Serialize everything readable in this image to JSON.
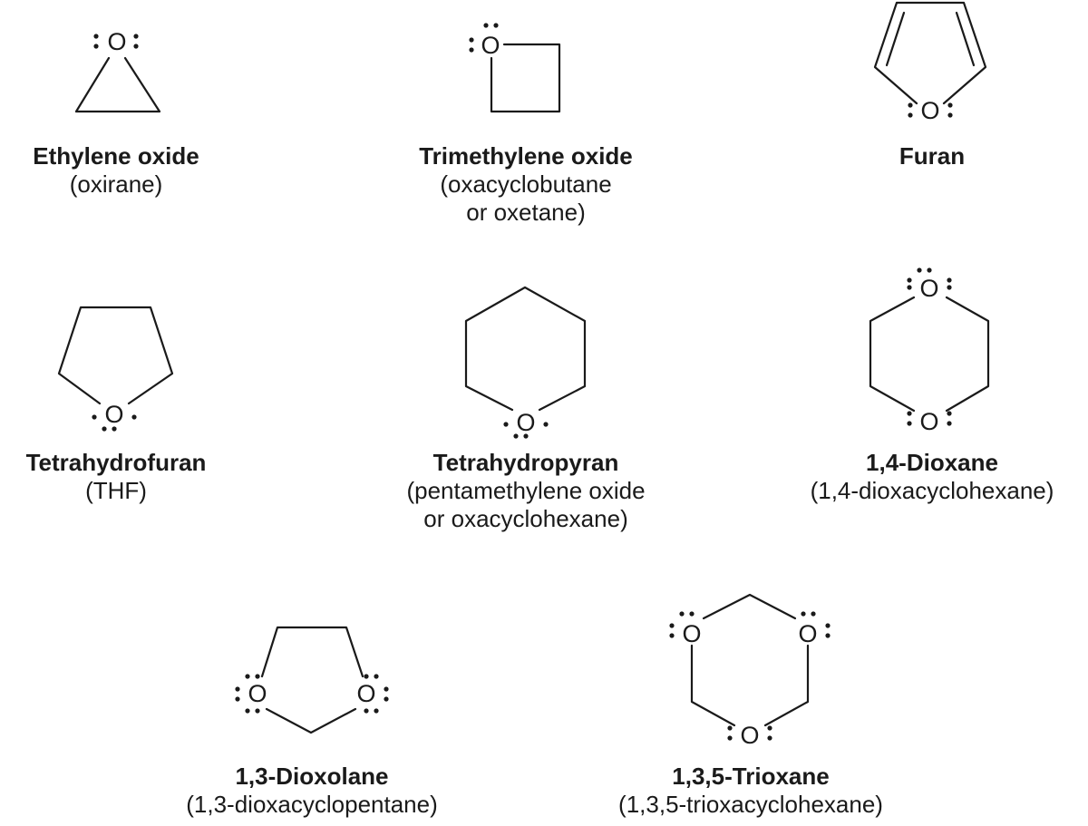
{
  "compounds": [
    {
      "name": "Ethylene oxide",
      "alt": [
        "(oxirane)"
      ]
    },
    {
      "name": "Trimethylene oxide",
      "alt": [
        "(oxacyclobutane",
        "or oxetane)"
      ]
    },
    {
      "name": "Furan",
      "alt": []
    },
    {
      "name": "Tetrahydrofuran",
      "alt": [
        "(THF)"
      ]
    },
    {
      "name": "Tetrahydropyran",
      "alt": [
        "(pentamethylene oxide",
        "or oxacyclohexane)"
      ]
    },
    {
      "name": "1,4-Dioxane",
      "alt": [
        "(1,4-dioxacyclohexane)"
      ]
    },
    {
      "name": "1,3-Dioxolane",
      "alt": [
        "(1,3-dioxacyclopentane)"
      ]
    },
    {
      "name": "1,3,5-Trioxane",
      "alt": [
        "(1,3,5-trioxacyclohexane)"
      ]
    }
  ],
  "atom_symbol": "O"
}
